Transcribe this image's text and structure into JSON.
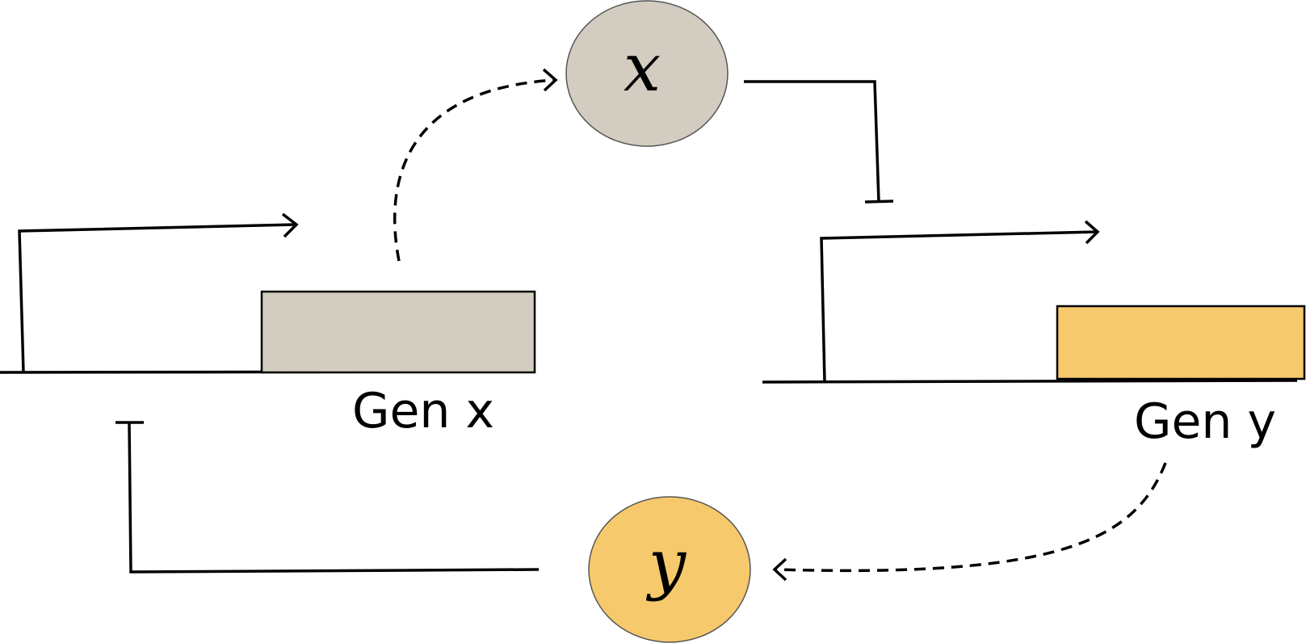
{
  "colors": {
    "gene_x": "#d3cdc1",
    "gene_y": "#f6c96c",
    "stroke": "#000000"
  },
  "genes": {
    "x": {
      "label": "Gen x"
    },
    "y": {
      "label": "Gen y"
    }
  },
  "proteins": {
    "x": {
      "label": "x"
    },
    "y": {
      "label": "y"
    }
  }
}
